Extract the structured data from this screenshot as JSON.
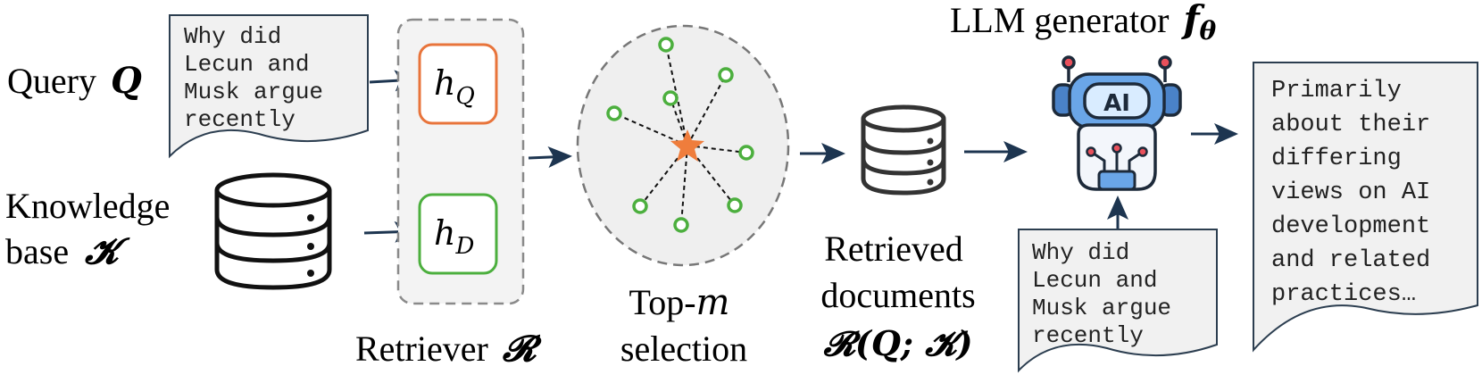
{
  "query": {
    "label": "Query",
    "symbol": "Q",
    "text_lines": [
      "Why did",
      "Lecun and",
      "Musk argue",
      "recently"
    ]
  },
  "knowledge": {
    "label_line1": "Knowledge",
    "label_line2": "base",
    "symbol": "𝓚"
  },
  "retriever": {
    "label": "Retriever",
    "symbol": "𝓡",
    "hq_base": "h",
    "hq_sub": "Q",
    "hd_base": "h",
    "hd_sub": "D"
  },
  "topm": {
    "label_prefix": "Top-",
    "label_var": "m",
    "label_line2": "selection"
  },
  "retrieved": {
    "label_line1": "Retrieved",
    "label_line2": "documents",
    "formula": "𝓡(𝑸; 𝓚)"
  },
  "generator": {
    "label": "LLM generator",
    "symbol": "f",
    "symbol_sub": "θ",
    "robot_text": "AI",
    "input_lines": [
      "Why did",
      "Lecun and",
      "Musk argue",
      "recently"
    ]
  },
  "output": {
    "text_lines": [
      "Primarily",
      "about their",
      "differing",
      "views on AI",
      "development",
      "and related",
      "practices…"
    ]
  },
  "colors": {
    "arrow": "#1d3550",
    "hq_border": "#e8743b",
    "hd_border": "#4caf3e",
    "star": "#ef7d3c",
    "node": "#4caf3e",
    "paper_fill": "#f1f1f1",
    "paper_stroke": "#2c3e50",
    "panel_fill": "#f3f3f3",
    "panel_stroke": "#8a8a8a",
    "robot_blue": "#6aa6e8",
    "robot_dark": "#1d2a3a",
    "robot_red": "#e8505b"
  }
}
